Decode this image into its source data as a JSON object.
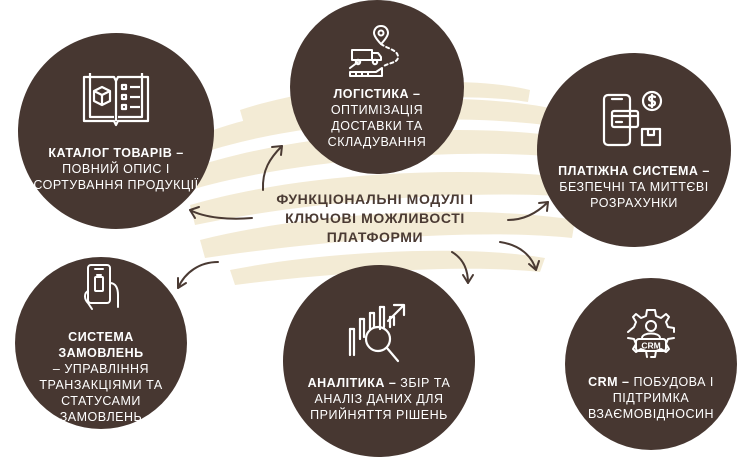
{
  "center": {
    "title": "ФУНКЦІОНАЛЬНІ МОДУЛІ І КЛЮЧОВІ МОЖЛИВОСТІ ПЛАТФОРМИ"
  },
  "modules": {
    "catalog": {
      "title": "КАТАЛОГ ТОВАРІВ –",
      "desc": "ПОВНИЙ ОПИС І СОРТУВАННЯ ПРОДУКЦІЇ",
      "icon": "catalog-book-icon"
    },
    "logistics": {
      "title": "ЛОГІСТИКА –",
      "desc": "ОПТИМІЗАЦІЯ ДОСТАВКИ ТА СКЛАДУВАННЯ",
      "icon": "delivery-truck-icon"
    },
    "payment": {
      "title": "ПЛАТІЖНА СИСТЕМА –",
      "desc": "БЕЗПЕЧНІ ТА МИТТЄВІ РОЗРАХУНКИ",
      "icon": "mobile-payment-icon"
    },
    "orders": {
      "title": "СИСТЕМА ЗАМОВЛЕНЬ",
      "desc": "– УПРАВЛІННЯ ТРАНЗАКЦІЯМИ ТА СТАТУСАМИ ЗАМОВЛЕНЬ",
      "icon": "phone-in-hand-icon"
    },
    "analytics": {
      "title": "АНАЛІТИКА –",
      "desc": "ЗБІР ТА АНАЛІЗ ДАНИХ ДЛЯ ПРИЙНЯТТЯ РІШЕНЬ",
      "icon": "chart-magnifier-icon"
    },
    "crm": {
      "title": "CRM –",
      "desc": "ПОБУДОВА І ПІДТРИМКА ВЗАЄМОВІДНОСИН",
      "icon": "crm-gear-icon",
      "badge": "CRM"
    }
  },
  "colors": {
    "circle": "#473731",
    "text": "#ffffff",
    "brush": "#f3ead3",
    "arrow": "#4a3a33"
  }
}
